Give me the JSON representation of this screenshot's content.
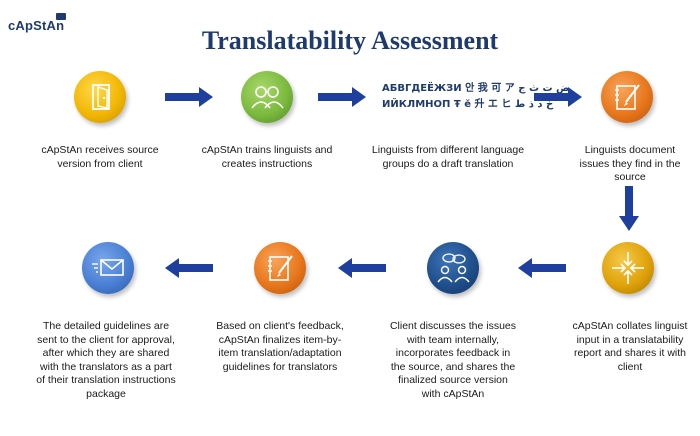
{
  "logo": {
    "text": "cApStAn"
  },
  "title": "Translatability Assessment",
  "steps": [
    {
      "label": "cApStAn receives source version from client",
      "icon": "door-icon",
      "color": "#f2b705"
    },
    {
      "label": "cApStAn trains linguists and creates instructions",
      "icon": "people-icon",
      "color": "#7cba3f"
    },
    {
      "label": "Linguists from different language groups do a draft translation",
      "icon": "scripts-graphic"
    },
    {
      "label": "Linguists document issues they find in the source",
      "icon": "notepad-pen-icon",
      "color": "#e8771c"
    },
    {
      "label": "cApStAn collates linguist input in a translatability report and shares it with client",
      "icon": "collate-arrows-icon",
      "color": "#e0a20a"
    },
    {
      "label": "Client discusses the issues with team internally, incorporates feedback in the source, and shares the finalized source version with cApStAn",
      "icon": "discussion-icon",
      "color": "#1f4f8c"
    },
    {
      "label": "Based on client's feedback, cApStAn finalizes item-by-item translation/adaptation guidelines for translators",
      "icon": "notepad-pen-icon",
      "color": "#e8771c"
    },
    {
      "label": "The detailed guidelines are sent to the client for approval, after which they are shared with the translators as a part of their translation instructions package",
      "icon": "envelope-icon",
      "color": "#4a7fd4"
    }
  ],
  "scripts": {
    "line1": "АБВГДЕЁЖЗИ 안 我 可 ア ض ت ث ج",
    "line2": "ИЙКЛМНОП Ŧ ĕ 升 エ ヒ خ د ذ ط"
  },
  "colors": {
    "arrow": "#1f3f9e",
    "title": "#1f3a6e"
  }
}
